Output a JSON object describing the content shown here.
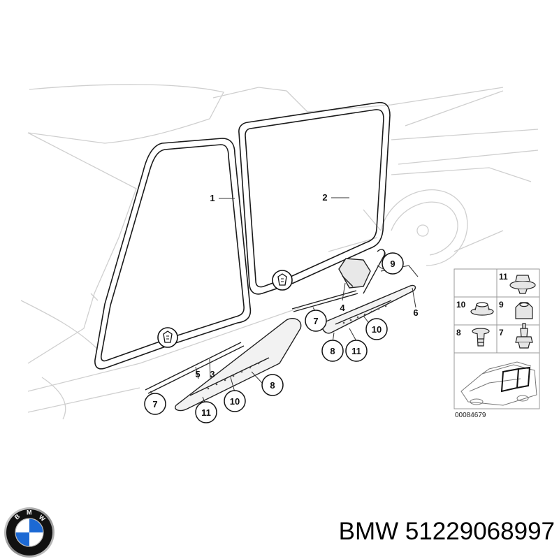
{
  "diagram": {
    "callouts": {
      "c1": "1",
      "c2": "2",
      "c3": "3",
      "c4": "4",
      "c5": "5",
      "c6": "6",
      "c7a": "7",
      "c7b": "7",
      "c8a": "8",
      "c8b": "8",
      "c9": "9",
      "c10a": "10",
      "c10b": "10",
      "c11a": "11",
      "c11b": "11"
    },
    "inset": {
      "labels": {
        "l11": "11",
        "l10": "10",
        "l9": "9",
        "l8": "8",
        "l7": "7"
      },
      "reference_number": "00084679"
    }
  },
  "footer": {
    "brand": "BMW",
    "part_number": "51229068997",
    "logo_letters": [
      "B",
      "M",
      "W"
    ],
    "logo_colors": {
      "blue": "#1c69d4",
      "white": "#ffffff",
      "ring": "#111111",
      "chrome": "#9a9a9a"
    }
  }
}
